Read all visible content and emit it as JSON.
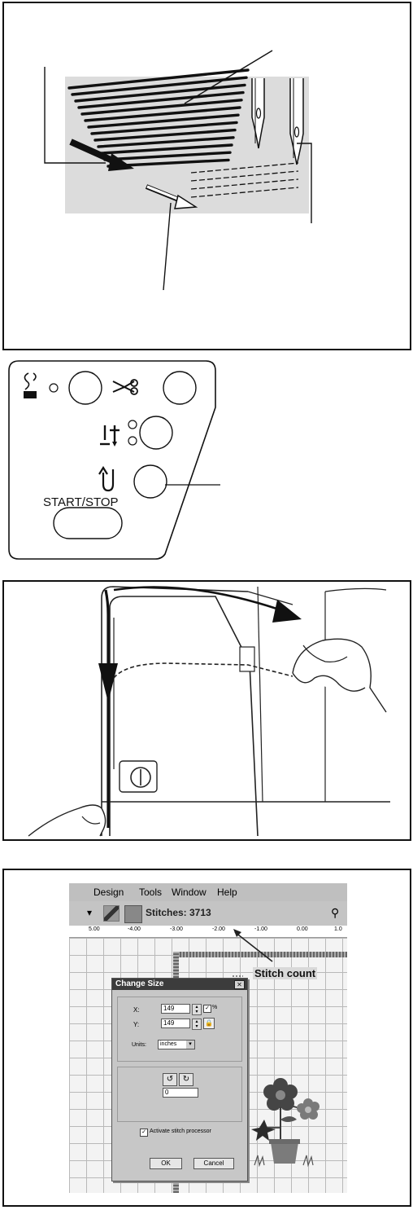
{
  "panel2": {
    "start_stop_label": "START/STOP"
  },
  "panel4": {
    "menu": [
      "Design",
      "Tools",
      "Window",
      "Help"
    ],
    "stitches_label": "Stitches: 3713",
    "ruler_ticks": [
      "5.00",
      "-4.00",
      "-3.00",
      "-2.00",
      "-1.00",
      "0.00",
      "1.0"
    ],
    "callout": "Stitch count",
    "dialog": {
      "title": "Change Size",
      "x_label": "X:",
      "x_value": "149",
      "y_label": "Y:",
      "y_value": "149",
      "percent_label": "%",
      "units_label": "Units:",
      "units_value": "inches",
      "rotate_value": "0",
      "stitch_processor_label": "Activate stitch processor",
      "ok_label": "OK",
      "cancel_label": "Cancel"
    }
  }
}
